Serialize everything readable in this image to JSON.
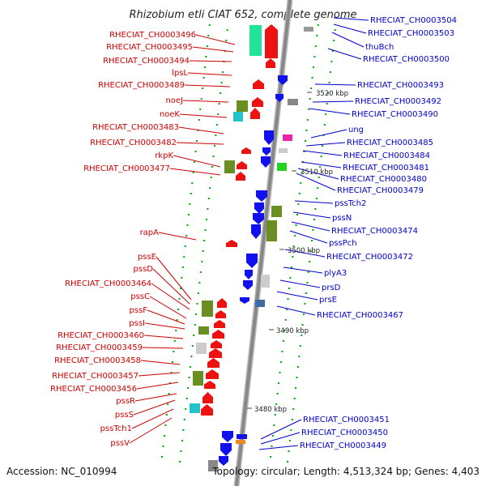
{
  "title": "Rhizobium etli CIAT 652, complete genome",
  "footer": {
    "accession": "Accession: NC_010994",
    "topology": "Topology: circular; Length: 4,513,324 bp; Genes: 4,403"
  },
  "colors": {
    "forward": "#ee1111",
    "reverse": "#1111ee",
    "backbone": "#888888",
    "tick": "#00aa00",
    "left_label": "#cc0000",
    "right_label": "#0000cc"
  },
  "kbp_marks": [
    "3520 kbp",
    "3510 kbp",
    "3500 kbp",
    "3490 kbp",
    "3480 kbp"
  ],
  "left_labels": [
    "RHECIAT_CH0003496",
    "RHECIAT_CH0003495",
    "RHECIAT_CH0003494",
    "lpsL",
    "RHECIAT_CH0003489",
    "noeJ",
    "noeK",
    "RHECIAT_CH0003483",
    "RHECIAT_CH0003482",
    "rkpK",
    "RHECIAT_CH0003477",
    "rapA",
    "pssE",
    "pssD",
    "RHECIAT_CH0003464",
    "pssC",
    "pssF",
    "pssI",
    "RHECIAT_CH0003460",
    "RHECIAT_CH0003459",
    "RHECIAT_CH0003458",
    "RHECIAT_CH0003457",
    "RHECIAT_CH0003456",
    "pssR",
    "pssS",
    "pssTch1",
    "pssV"
  ],
  "right_labels": [
    "RHECIAT_CH0003504",
    "RHECIAT_CH0003503",
    "thuBch",
    "RHECIAT_CH0003500",
    "RHECIAT_CH0003493",
    "RHECIAT_CH0003492",
    "RHECIAT_CH0003490",
    "ung",
    "RHECIAT_CH0003485",
    "RHECIAT_CH0003484",
    "RHECIAT_CH0003481",
    "RHECIAT_CH0003480",
    "RHECIAT_CH0003479",
    "pssTch2",
    "pssN",
    "RHECIAT_CH0003474",
    "pssPch",
    "RHECIAT_CH0003472",
    "plyA3",
    "prsD",
    "prsE",
    "RHECIAT_CH0003467",
    "RHECIAT_CH0003451",
    "RHECIAT_CH0003450",
    "RHECIAT_CH0003449"
  ]
}
